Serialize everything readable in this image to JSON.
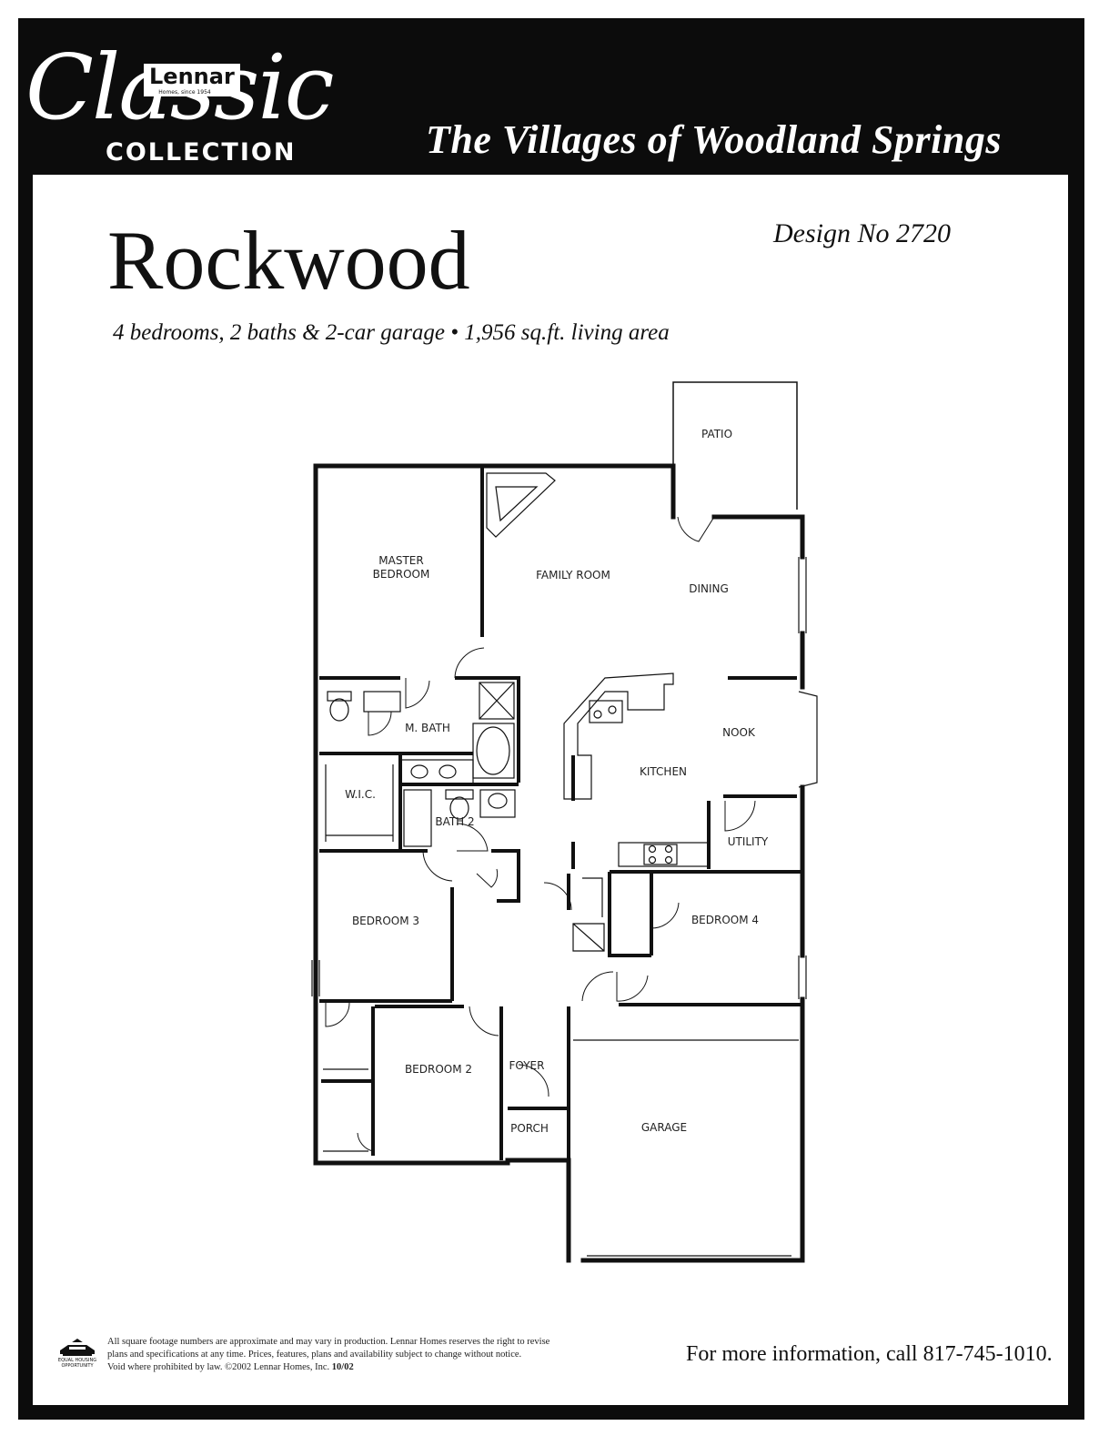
{
  "brand": {
    "script": "Classic",
    "company": "Lennar",
    "since": "Homes, since 1954",
    "collection": "COLLECTION"
  },
  "community": "The Villages of Woodland Springs",
  "plan": {
    "name": "Rockwood",
    "design_no": "Design No 2720",
    "specs": "4 bedrooms, 2 baths & 2-car garage • 1,956 sq.ft. living area"
  },
  "rooms": {
    "patio": "PATIO",
    "master_bedroom_line1": "MASTER",
    "master_bedroom_line2": "BEDROOM",
    "family_room": "FAMILY ROOM",
    "dining": "DINING",
    "m_bath": "M. BATH",
    "nook": "NOOK",
    "kitchen": "KITCHEN",
    "wic": "W.I.C.",
    "bath2": "BATH 2",
    "utility": "UTILITY",
    "bedroom3": "BEDROOM 3",
    "bedroom4": "BEDROOM 4",
    "bedroom2": "BEDROOM 2",
    "foyer": "FOYER",
    "porch": "PORCH",
    "garage": "GARAGE"
  },
  "footer": {
    "eho_label": "EQUAL HOUSING OPPORTUNITY",
    "disclaimer_line1": "All square footage numbers are approximate and may vary in production. Lennar Homes reserves the right to revise",
    "disclaimer_line2": "plans and specifications at any time. Prices, features, plans and availability subject to change without notice.",
    "disclaimer_line3": "Void where prohibited by law. ©2002 Lennar Homes, Inc.",
    "disclaimer_date": "10/02",
    "contact": "For more information, call 817-745-1010."
  },
  "colors": {
    "frame": "#0c0c0c",
    "paper": "#ffffff",
    "ink": "#111111"
  }
}
